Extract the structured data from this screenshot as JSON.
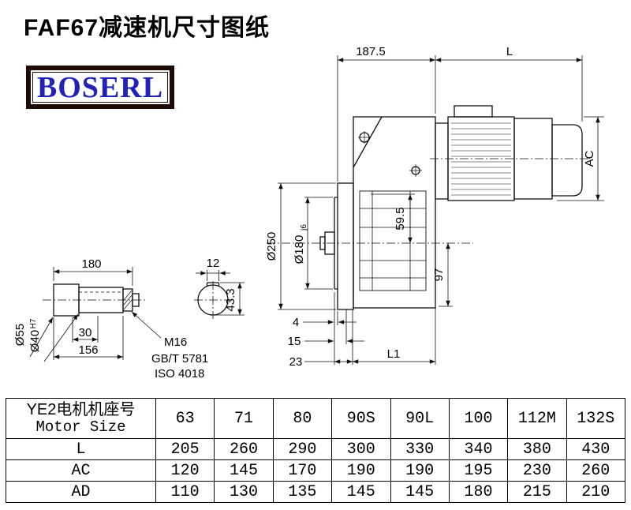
{
  "page": {
    "title": "FAF67减速机尺寸图纸",
    "logo_text": "BOSERL"
  },
  "drawing": {
    "top_left": "187.5",
    "top_right": "L",
    "ac": "AC",
    "od": "Ø250",
    "spigot": "Ø180",
    "spigot_tol": "j6",
    "h1": "59.5",
    "h2": "97",
    "len": "180",
    "key_w": "12",
    "d55": "Ø55",
    "d40": "Ø40",
    "d40_tol": "H7",
    "l30": "30",
    "l156": "156",
    "thread": "M16",
    "gb": "GB/T 5781",
    "iso": "ISO 4018",
    "s4": "4",
    "s15": "15",
    "s23": "23",
    "l1": "L1",
    "key_h": "43.3"
  },
  "table": {
    "header": {
      "cn": "YE2电机机座号",
      "en": "Motor Size"
    },
    "sizes": [
      "63",
      "71",
      "80",
      "90S",
      "90L",
      "100",
      "112M",
      "132S"
    ],
    "rows": [
      {
        "label": "L",
        "values": [
          "205",
          "260",
          "290",
          "300",
          "330",
          "340",
          "380",
          "430"
        ]
      },
      {
        "label": "AC",
        "values": [
          "120",
          "145",
          "170",
          "190",
          "190",
          "195",
          "230",
          "260"
        ]
      },
      {
        "label": "AD",
        "values": [
          "110",
          "130",
          "135",
          "145",
          "145",
          "180",
          "215",
          "210"
        ]
      }
    ]
  }
}
